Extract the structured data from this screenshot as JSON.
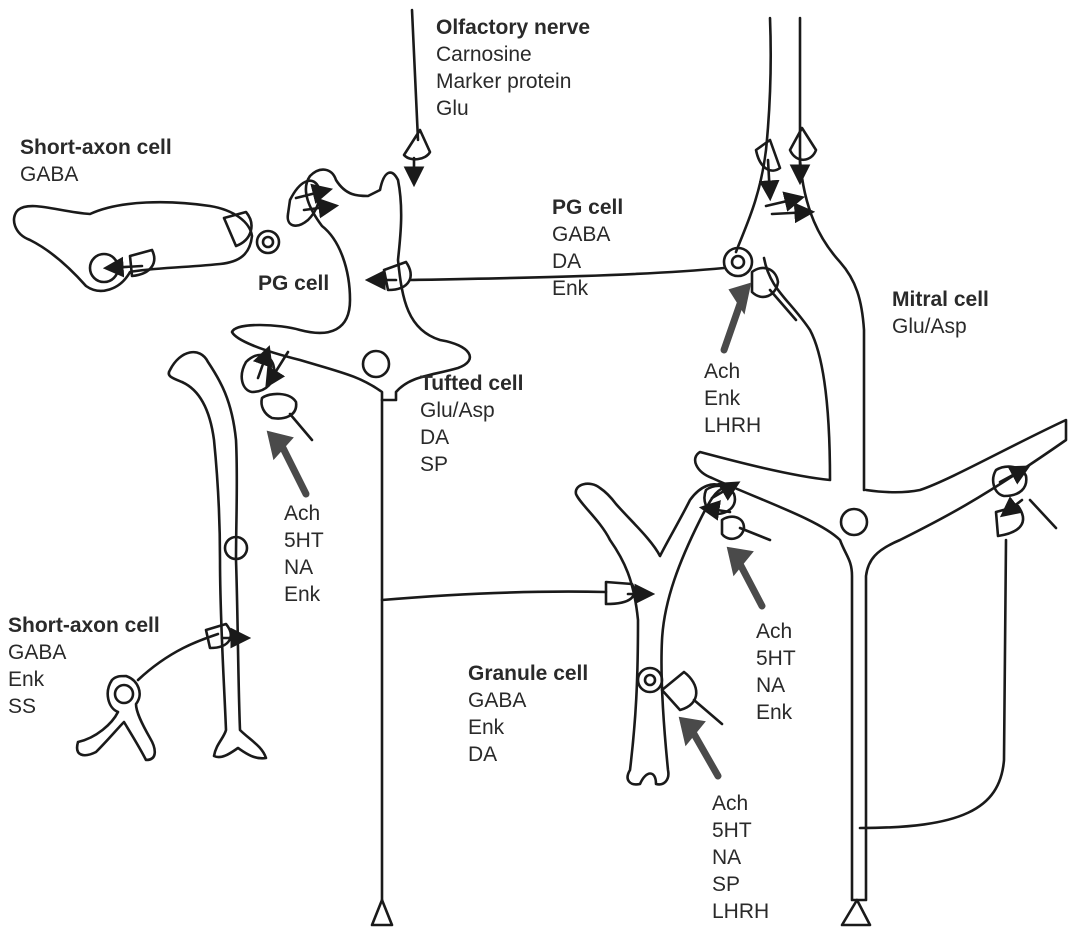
{
  "colors": {
    "ink": "#1a1a1a",
    "arrow": "#4a4a4a",
    "text": "#2a2a2a"
  },
  "olfactory_nerve": {
    "title": "Olfactory nerve",
    "items": [
      "Carnosine",
      "Marker protein",
      "Glu"
    ]
  },
  "short_axon_top": {
    "title": "Short-axon cell",
    "items": [
      "GABA"
    ]
  },
  "pg_cell_left": {
    "title": "PG cell"
  },
  "pg_cell_right": {
    "title": "PG cell",
    "items": [
      "GABA",
      "DA",
      "Enk"
    ]
  },
  "mitral_cell": {
    "title": "Mitral cell",
    "items": [
      "Glu/Asp"
    ]
  },
  "tufted_cell": {
    "title": "Tufted cell",
    "items": [
      "Glu/Asp",
      "DA",
      "SP"
    ]
  },
  "inputs_pg_right": {
    "items": [
      "Ach",
      "Enk",
      "LHRH"
    ]
  },
  "inputs_tufted": {
    "items": [
      "Ach",
      "5HT",
      "NA",
      "Enk"
    ]
  },
  "short_axon_bottom": {
    "title": "Short-axon cell",
    "items": [
      "GABA",
      "Enk",
      "SS"
    ]
  },
  "granule_cell": {
    "title": "Granule cell",
    "items": [
      "GABA",
      "Enk",
      "DA"
    ]
  },
  "inputs_granule_dendrite": {
    "items": [
      "Ach",
      "5HT",
      "NA",
      "Enk"
    ]
  },
  "inputs_granule_body": {
    "items": [
      "Ach",
      "5HT",
      "NA",
      "SP",
      "LHRH"
    ]
  }
}
